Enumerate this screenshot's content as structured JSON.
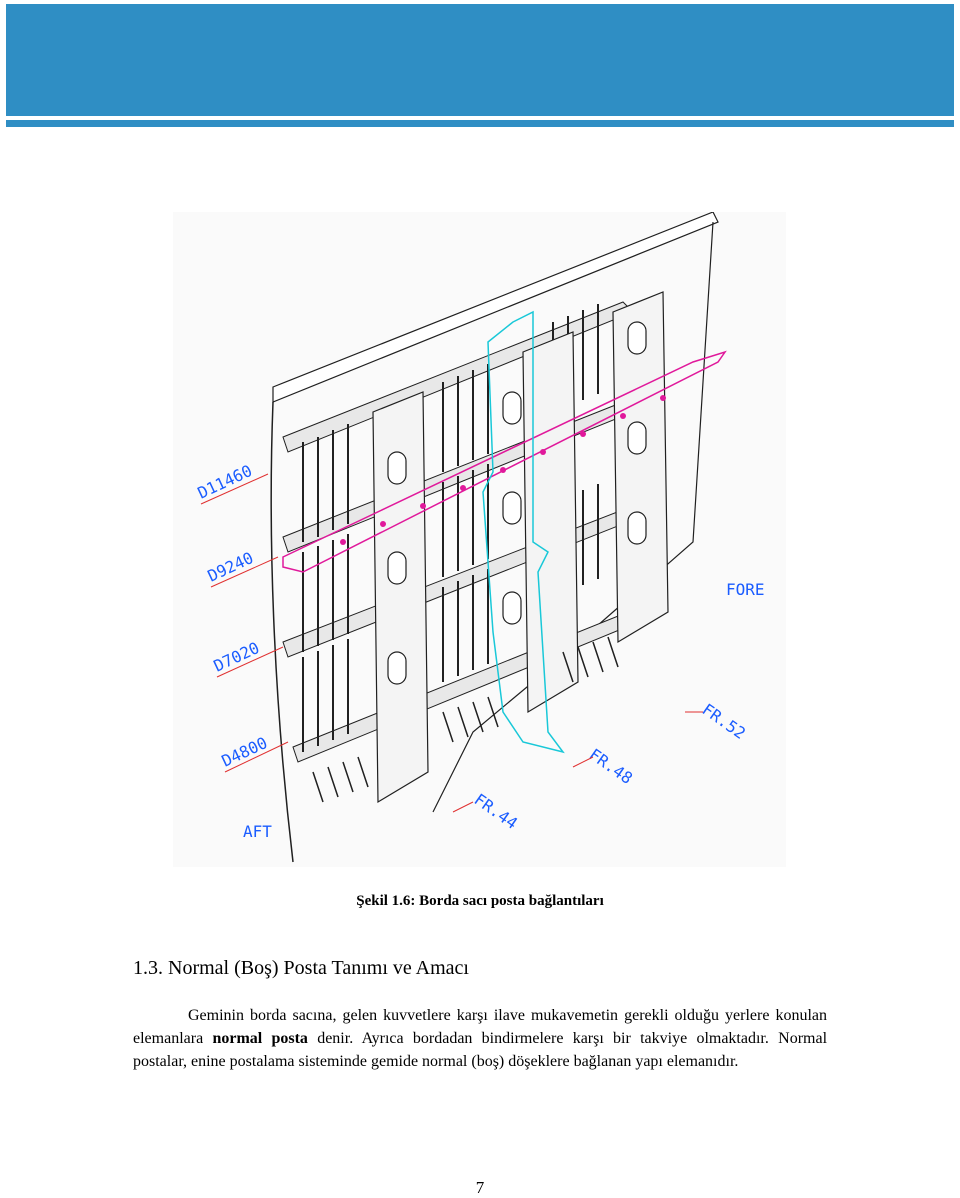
{
  "header": {
    "color": "#2f8ec4"
  },
  "figure": {
    "labels": {
      "d11460": "D11460",
      "d9240": "D9240",
      "d7020": "D7020",
      "d4800": "D4800",
      "aft": "AFT",
      "fore": "FORE",
      "fr44": "FR.44",
      "fr48": "FR.48",
      "fr52": "FR.52"
    },
    "colors": {
      "label": "#1a5cff",
      "deck": "#e0199b",
      "frame": "#19c8d8",
      "line": "#202020",
      "leader": "#e03030"
    }
  },
  "caption": "Şekil 1.6: Borda sacı posta bağlantıları",
  "section": {
    "heading": "1.3. Normal (Boş) Posta Tanımı ve Amacı"
  },
  "paragraph": {
    "part1": "Geminin borda sacına, gelen kuvvetlere karşı ilave mukavemetin gerekli olduğu yerlere konulan elemanlara ",
    "bold": "normal posta",
    "part2": " denir. Ayrıca bordadan bindirmelere karşı bir takviye olmaktadır. Normal postalar, enine postalama sisteminde gemide normal (boş) döşeklere bağlanan yapı elemanıdır."
  },
  "page_number": "7"
}
